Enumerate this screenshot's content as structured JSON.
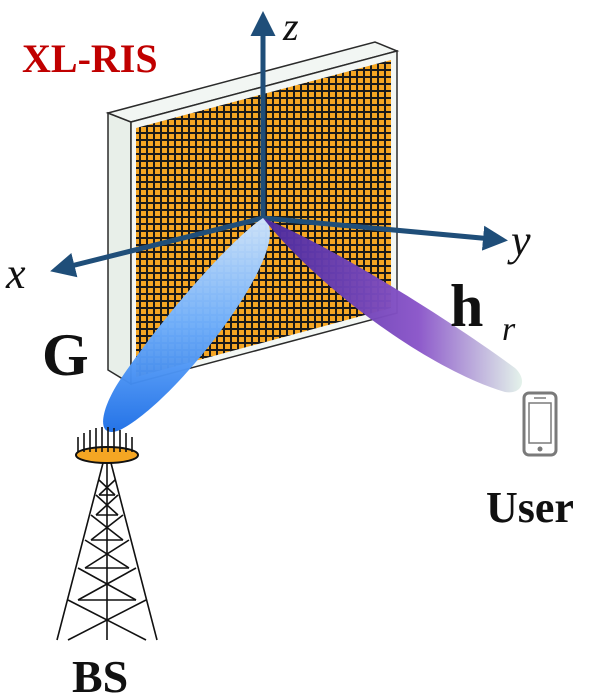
{
  "title": "XL-RIS",
  "axes": {
    "x": "x",
    "y": "y",
    "z": "z"
  },
  "channels": {
    "bs_ris": {
      "label": "G"
    },
    "ris_user": {
      "label": "h",
      "subscript": "r"
    }
  },
  "nodes": {
    "bs": {
      "label": "BS"
    },
    "user": {
      "label": "User"
    }
  },
  "colors": {
    "title": "#c00000",
    "axis": "#1f4e79",
    "ris_element": "#f5a623",
    "ris_grid": "#1a1a1a",
    "ris_frame": "#eef3ef",
    "beam_bs": "#3b8ef3",
    "beam_user": "#6f3fb0",
    "tower": "#111111",
    "antenna_ring": "#f5a623",
    "phone": "#7a7a7a"
  },
  "icons": {
    "bs": "cell-tower-icon",
    "user": "smartphone-icon"
  }
}
